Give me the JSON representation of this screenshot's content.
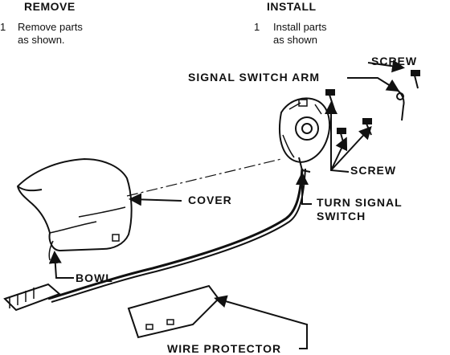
{
  "remove": {
    "heading": "REMOVE",
    "step_number": "1",
    "step_text_line1": "Remove parts",
    "step_text_line2": "as shown."
  },
  "install": {
    "heading": "INSTALL",
    "step_number": "1",
    "step_text_line1": "Install parts",
    "step_text_line2": "as shown"
  },
  "callouts": {
    "signal_switch_arm": "SIGNAL SWITCH ARM",
    "screw_top": "SCREW",
    "screw_mid": "SCREW",
    "cover": "COVER",
    "turn_signal_line1": "TURN SIGNAL",
    "turn_signal_line2": "SWITCH",
    "bowl": "BOWL",
    "wire_protector": "WIRE PROTECTOR"
  }
}
